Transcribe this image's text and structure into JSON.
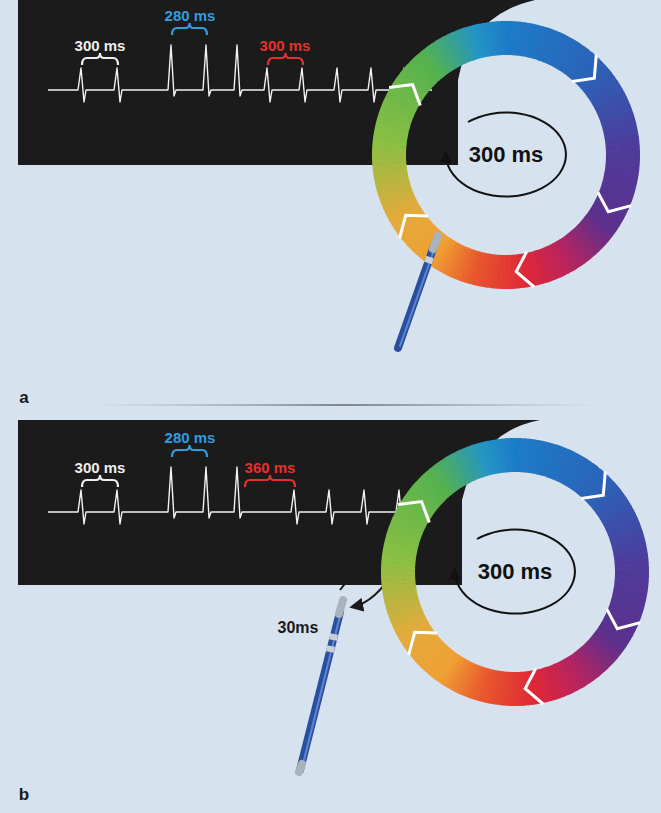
{
  "diagram": {
    "nodes": [
      {
        "text": [
          "300 ms"
        ]
      },
      {
        "text": [
          "300 ms"
        ]
      }
    ],
    "labels": [
      "300 ms",
      "280 ms",
      "300 ms",
      "a",
      "300 ms",
      "280 ms",
      "360 ms",
      "30ms",
      "30ms",
      "b"
    ]
  }
}
